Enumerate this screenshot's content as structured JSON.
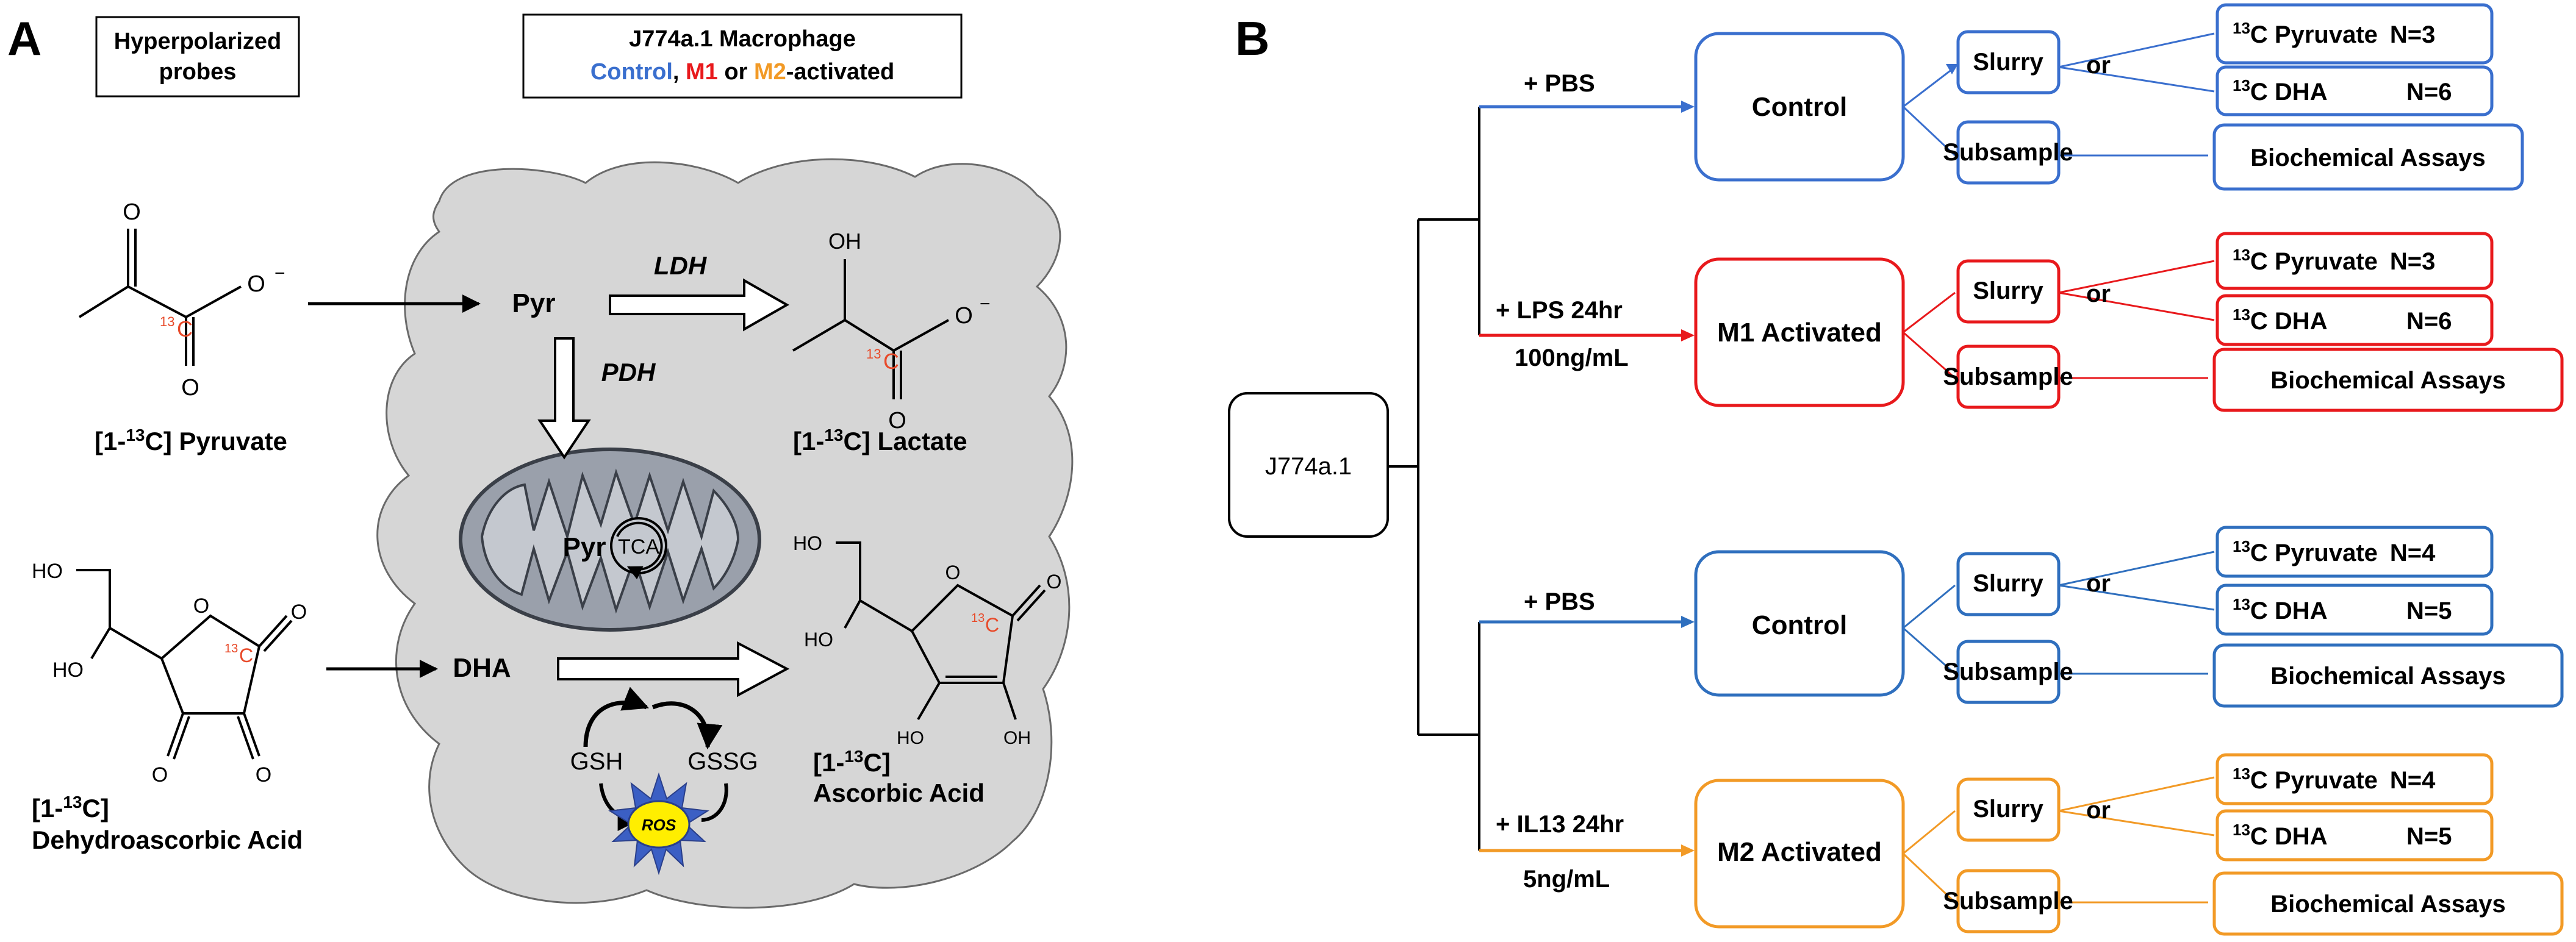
{
  "panels": {
    "a": "A",
    "b": "B"
  },
  "colors": {
    "control": "#3a6fce",
    "m1": "#e8191c",
    "m2": "#f29a26",
    "label13c": "#e84a2a",
    "cell_fill": "#d6d6d6",
    "mito_fill": "#9aa0ab",
    "ros_fill": "#ffee00",
    "ros_star": "#3b5fc4"
  },
  "panel_a": {
    "box_probes": {
      "line1": "Hyperpolarized",
      "line2": "probes"
    },
    "box_macro": {
      "line1": "J774a.1 Macrophage",
      "control": "Control",
      "sep1": ", ",
      "m1": "M1",
      "sep2": " or ",
      "m2": "M2",
      "suffix": "-activated"
    },
    "pyruvate": {
      "label_prefix": "[1-",
      "label_sup": "13",
      "label_suffix": "C] Pyruvate",
      "o_top": "O",
      "o_bottom": "O",
      "o_minus": "O",
      "minus": "−",
      "c13": "13",
      "c": "C"
    },
    "lactate": {
      "label_prefix": "[1-",
      "label_sup": "13",
      "label_suffix": "C] Lactate",
      "oh": "OH",
      "o_bottom": "O",
      "o_minus": "O",
      "minus": "−",
      "c13": "13",
      "c": "C"
    },
    "dha": {
      "label_line1_prefix": "[1-",
      "label_sup": "13",
      "label_line1_suffix": "C]",
      "label_line2": "Dehydroascorbic Acid",
      "ho1": "HO",
      "ho2": "HO",
      "o_ring": "O",
      "o_right": "O",
      "o_b1": "O",
      "o_b2": "O",
      "c13": "13",
      "c": "C"
    },
    "ascorbic": {
      "label_line1_prefix": "[1-",
      "label_sup": "13",
      "label_line1_suffix": "C]",
      "label_line2": "Ascorbic Acid",
      "ho1": "HO",
      "ho2": "HO",
      "o_ring": "O",
      "o_right": "O",
      "ho3": "HO",
      "oh4": "OH",
      "c13": "13",
      "c": "C"
    },
    "pyr": "Pyr",
    "ldh": "LDH",
    "pdh": "PDH",
    "mito_pyr": "Pyr",
    "tca": "TCA",
    "dha_short": "DHA",
    "gsh": "GSH",
    "gssg": "GSSG",
    "ros": "ROS"
  },
  "panel_b": {
    "root": "J774a.1",
    "branches": [
      {
        "treatment": "+ PBS",
        "dose": "",
        "group": "Control",
        "color": "#3a6fce",
        "slurry": "Slurry",
        "or": "or",
        "subsample": "Subsample",
        "p1_sup": "13",
        "p1_label": "C Pyruvate",
        "p1_n": "N=3",
        "p2_sup": "13",
        "p2_label": "C DHA",
        "p2_n": "N=6",
        "assay": "Biochemical Assays"
      },
      {
        "treatment": "+ LPS 24hr",
        "dose": "100ng/mL",
        "group": "M1 Activated",
        "color": "#e8191c",
        "slurry": "Slurry",
        "or": "or",
        "subsample": "Subsample",
        "p1_sup": "13",
        "p1_label": "C Pyruvate",
        "p1_n": "N=3",
        "p2_sup": "13",
        "p2_label": "C DHA",
        "p2_n": "N=6",
        "assay": "Biochemical Assays"
      },
      {
        "treatment": "+ PBS",
        "dose": "",
        "group": "Control",
        "color": "#2f6fbe",
        "slurry": "Slurry",
        "or": "or",
        "subsample": "Subsample",
        "p1_sup": "13",
        "p1_label": "C Pyruvate",
        "p1_n": "N=4",
        "p2_sup": "13",
        "p2_label": "C DHA",
        "p2_n": "N=5",
        "assay": "Biochemical Assays"
      },
      {
        "treatment": "+ IL13 24hr",
        "dose": "5ng/mL",
        "group": "M2 Activated",
        "color": "#f29a26",
        "slurry": "Slurry",
        "or": "or",
        "subsample": "Subsample",
        "p1_sup": "13",
        "p1_label": "C Pyruvate",
        "p1_n": "N=4",
        "p2_sup": "13",
        "p2_label": "C DHA",
        "p2_n": "N=5",
        "assay": "Biochemical Assays"
      }
    ]
  }
}
